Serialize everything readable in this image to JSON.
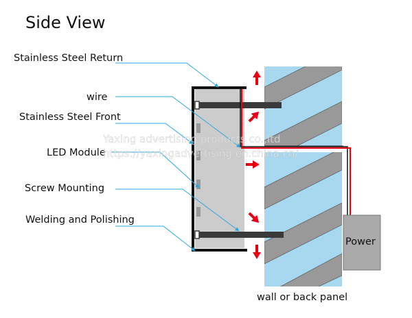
{
  "title": "Side View",
  "labels": {
    "return": "Stainless Steel Return",
    "wire": "wire",
    "front": "Stainless Steel Front",
    "led": "LED Module",
    "screw": "Screw Mounting",
    "welding": "Welding and Polishing",
    "power": "Power",
    "wall": "wall or back panel"
  },
  "watermark": {
    "line1": "Yaxing advertising products co.,ltd",
    "line2": "https://yaxingadvertising.en.china.cn/"
  },
  "colors": {
    "leader": "#29a8e0",
    "wire_red": "#e60012",
    "wall_blue": "#a8d8f0",
    "wall_stripe": "#999999",
    "module_gray": "#cccccc",
    "frame": "#111111",
    "bolt": "#3a3a3a",
    "power_box": "#aaaaaa",
    "arrow": "#e60012"
  }
}
